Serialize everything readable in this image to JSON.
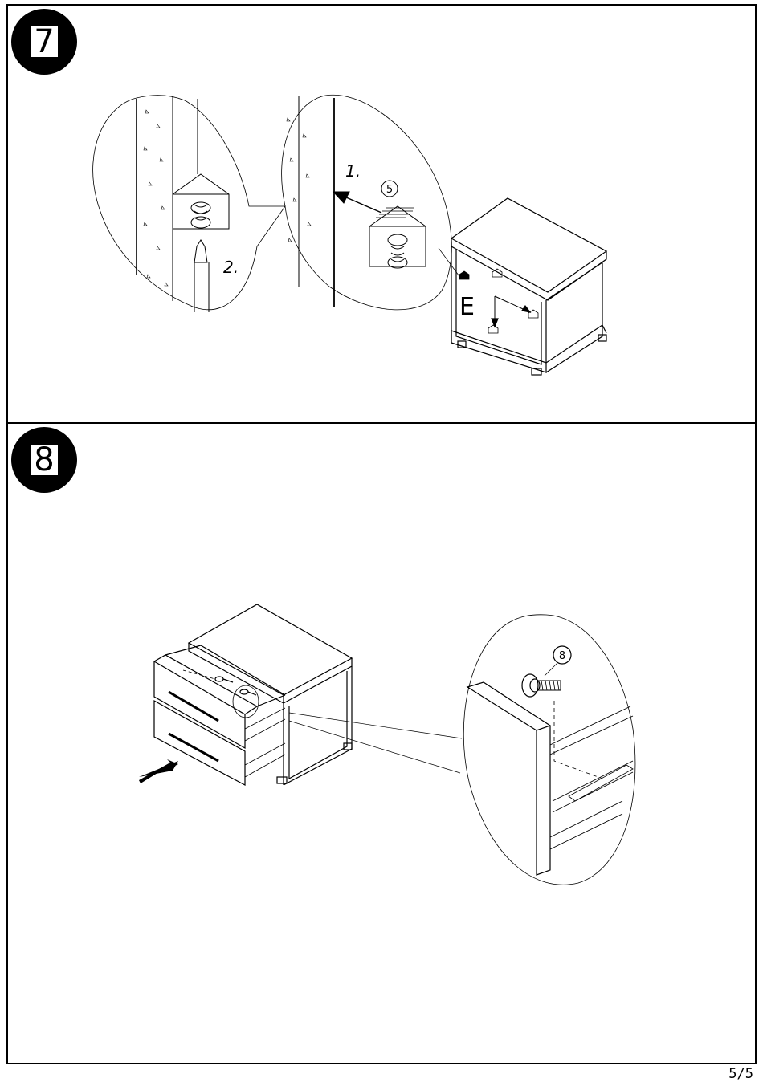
{
  "steps": [
    {
      "number": "7",
      "labels": {
        "first_action": "1.",
        "second_action": "2.",
        "part_number": "5",
        "panel_letter": "E"
      }
    },
    {
      "number": "8",
      "labels": {
        "part_number": "8"
      }
    }
  ],
  "footer": {
    "page_number": "5/5"
  }
}
